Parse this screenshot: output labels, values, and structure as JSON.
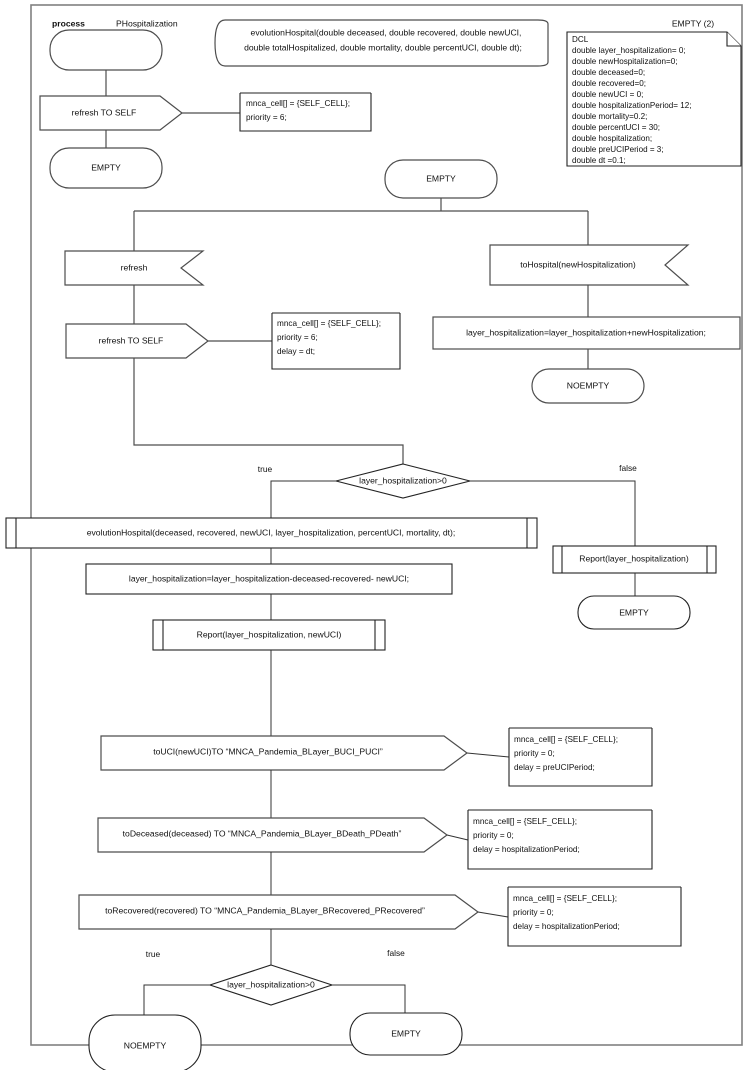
{
  "diagram": {
    "title_keyword": "process",
    "title_name": "PHospitalization",
    "corner_label": "EMPTY (2)"
  },
  "declaration": {
    "header": "DCL",
    "lines": [
      "double layer_hospitalization= 0;",
      "double newHospitalization=0;",
      "double deceased=0;",
      "double recovered=0;",
      "double newUCI = 0;",
      "double hospitalizationPeriod= 12;",
      "double mortality=0.2;",
      "double percentUCI = 30;",
      "double hospitalization;",
      "double preUCIPeriod = 3;",
      "double dt =0.1;"
    ]
  },
  "procedure_decl": {
    "line1": "evolutionHospital(double deceased, double recovered, double newUCI,",
    "line2": "double totalHospitalized, double mortality, double percentUCI, double dt);"
  },
  "nodes": {
    "start_state": "",
    "refresh_to_self_1": "refresh TO SELF",
    "empty_1": "EMPTY",
    "empty_2": "EMPTY",
    "refresh_input": "refresh",
    "refresh_to_self_2": "refresh TO SELF",
    "to_hospital_input": "toHospital(newHospitalization)",
    "layer_add": "layer_hospitalization=layer_hospitalization+newHospitalization;",
    "noempty_1": "NOEMPTY",
    "decision_1": "layer_hospitalization>0",
    "evolution_call": "evolutionHospital(deceased, recovered, newUCI, layer_hospitalization, percentUCI, mortality, dt);",
    "layer_sub": "layer_hospitalization=layer_hospitalization-deceased-recovered- newUCI;",
    "report_2": "Report(layer_hospitalization, newUCI)",
    "report_1": "Report(layer_hospitalization)",
    "empty_3": "EMPTY",
    "to_uci": "toUCI(newUCI)TO “MNCA_Pandemia_BLayer_BUCI_PUCI”",
    "to_deceased": "toDeceased(deceased) TO “MNCA_Pandemia_BLayer_BDeath_PDeath”",
    "to_recovered": "toRecovered(recovered) TO “MNCA_Pandemia_BLayer_BRecovered_PRecovered”",
    "decision_2": "layer_hospitalization>0",
    "noempty_2": "NOEMPTY",
    "empty_4": "EMPTY"
  },
  "branch_labels": {
    "true_1": "true",
    "false_1": "false",
    "true_2": "true",
    "false_2": "false"
  },
  "notes": {
    "note_1": [
      "mnca_cell[] = {SELF_CELL};",
      "priority = 6;"
    ],
    "note_2": [
      "mnca_cell[] = {SELF_CELL};",
      "priority = 6;",
      "delay = dt;"
    ],
    "note_3": [
      "mnca_cell[] = {SELF_CELL};",
      "priority = 0;",
      "delay = preUCIPeriod;"
    ],
    "note_4": [
      "mnca_cell[] = {SELF_CELL};",
      "priority = 0;",
      "delay = hospitalizationPeriod;"
    ],
    "note_5": [
      "mnca_cell[] = {SELF_CELL};",
      "priority = 0;",
      "delay = hospitalizationPeriod;"
    ]
  },
  "colors": {
    "stroke": "#4d4d4d",
    "frame": "#808080",
    "text": "#101010",
    "background": "#ffffff"
  }
}
